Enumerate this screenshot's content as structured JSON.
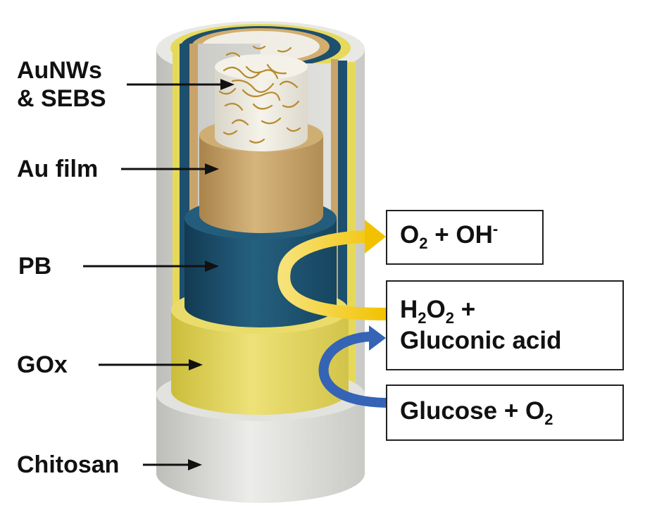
{
  "colors": {
    "chitosan": "#dcdcd8",
    "gox": "#e6d95a",
    "pb": "#1d4f6e",
    "au_film": "#c9a46a",
    "aunw_sebs": "#f0ede4",
    "au_wire": "#b78b2e",
    "yellow_arrow": "#f5c81a",
    "blue_arrow": "#3563b5"
  },
  "labels": {
    "aunws_line1": "AuNWs",
    "aunws_line2": "& SEBS",
    "au_film": "Au film",
    "pb": "PB",
    "gox": "GOx",
    "chitosan": "Chitosan"
  },
  "boxes": {
    "products": {
      "a": "O",
      "a_sub": "2",
      "b": " + OH",
      "b_sup": "-"
    },
    "intermediate": {
      "a": "H",
      "a_sub": "2",
      "b": "O",
      "b_sub": "2",
      "c": " +",
      "line2": "Gluconic acid"
    },
    "reactants": {
      "a": "Glucose + O",
      "a_sub": "2"
    }
  }
}
